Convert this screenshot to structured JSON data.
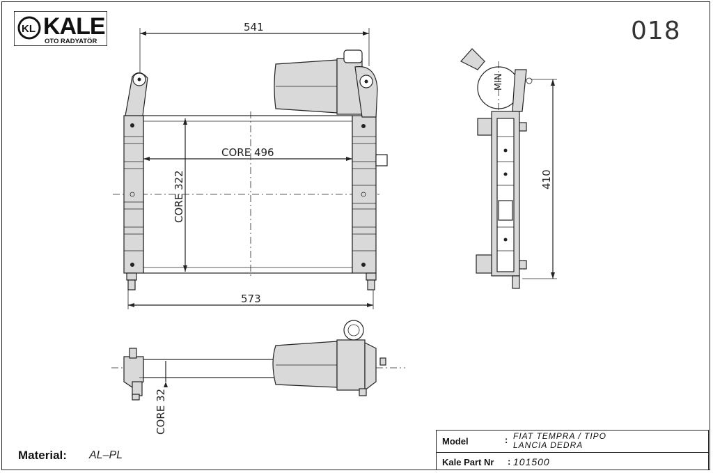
{
  "logo": {
    "brand": "KALE",
    "sub": "OTO RADYATÖR",
    "mark": "KL"
  },
  "drawing_number": "018",
  "dimensions": {
    "top_width": "541",
    "core_width": "CORE 496",
    "core_height": "CORE 322",
    "overall_width": "573",
    "height": "410",
    "core_depth": "CORE 32",
    "min_mark": "MIN"
  },
  "material": {
    "label": "Material:",
    "value": "AL–PL"
  },
  "title_block": {
    "model_label": "Model",
    "model_line1": "FIAT TEMPRA / TIPO",
    "model_line2": "LANCIA DEDRA",
    "part_label": "Kale Part Nr",
    "part_value": "101500"
  }
}
